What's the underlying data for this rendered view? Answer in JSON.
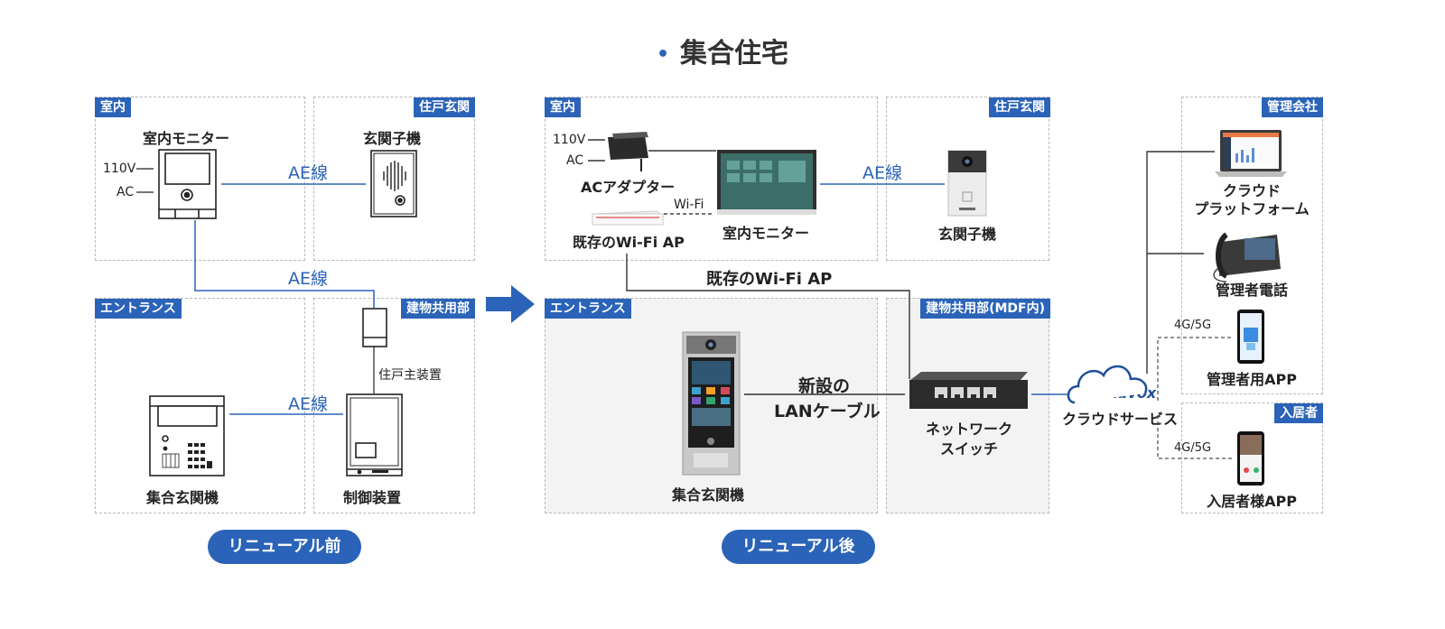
{
  "title": "集合住宅",
  "before": {
    "zone_indoor": "室内",
    "zone_entrance_door": "住戸玄関",
    "zone_entrance": "エントランス",
    "zone_common": "建物共用部",
    "indoor_monitor": "室内モニター",
    "volt": "110V",
    "ac": "AC",
    "door_station": "玄関子機",
    "ae1": "AE線",
    "ae2": "AE線",
    "ae3": "AE線",
    "unit_device": "住戸主装置",
    "lobby_station": "集合玄関機",
    "controller": "制御装置",
    "button": "リニューアル前"
  },
  "after": {
    "zone_indoor": "室内",
    "zone_entrance_door": "住戸玄関",
    "zone_entrance": "エントランス",
    "zone_common": "建物共用部(MDF内)",
    "volt": "110V",
    "ac": "AC",
    "ac_adapter": "ACアダプター",
    "wifi": "Wi-Fi",
    "existing_ap": "既存のWi-Fi AP",
    "indoor_monitor": "室内モニター",
    "ae": "AE線",
    "door_station": "玄関子機",
    "existing_ap_line": "既存のWi-Fi AP",
    "new_lan_1": "新設の",
    "new_lan_2": "LANケーブル",
    "lobby_station": "集合玄関機",
    "switch_1": "ネットワーク",
    "switch_2": "スイッチ",
    "cloud_brand": "Akuvox",
    "cloud_service": "クラウドサービス",
    "button": "リニューアル後"
  },
  "management": {
    "zone_company": "管理会社",
    "platform_1": "クラウド",
    "platform_2": "プラットフォーム",
    "phone": "管理者電話",
    "net1": "4G/5G",
    "admin_app": "管理者用APP",
    "zone_resident": "入居者",
    "net2": "4G/5G",
    "resident_app": "入居者様APP"
  },
  "colors": {
    "accent": "#2a63b8",
    "line": "#333333",
    "zone_border": "#b8b8b8"
  },
  "icons": [
    "indoor-monitor-icon",
    "door-station-icon",
    "unit-device-icon",
    "lobby-station-icon",
    "controller-icon",
    "ac-adapter-icon",
    "wifi-ap-icon",
    "touch-monitor-icon",
    "video-door-icon",
    "lobby-touch-panel-icon",
    "network-switch-icon",
    "cloud-icon",
    "laptop-icon",
    "desk-phone-icon",
    "smartphone-icon",
    "arrow-right-icon"
  ]
}
